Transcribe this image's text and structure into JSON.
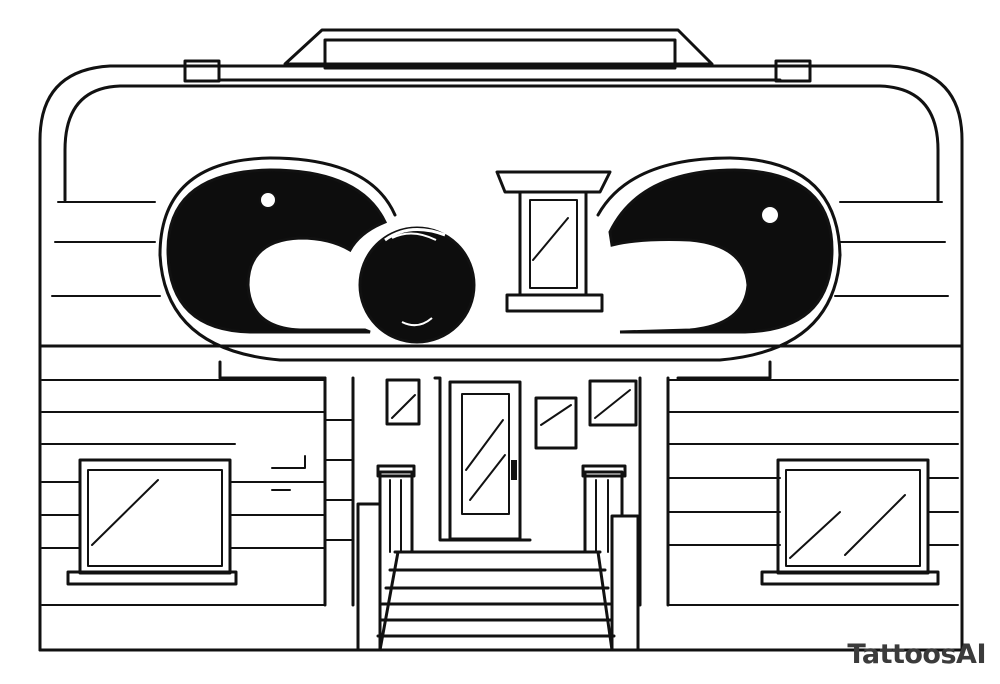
{
  "image": {
    "subject": "house-with-cartoon-face",
    "style": "black line art on white",
    "colors": {
      "line": "#111111",
      "fill": "#0d0d0d",
      "background": "#ffffff"
    }
  },
  "watermark": {
    "text": "TattoosAI"
  }
}
